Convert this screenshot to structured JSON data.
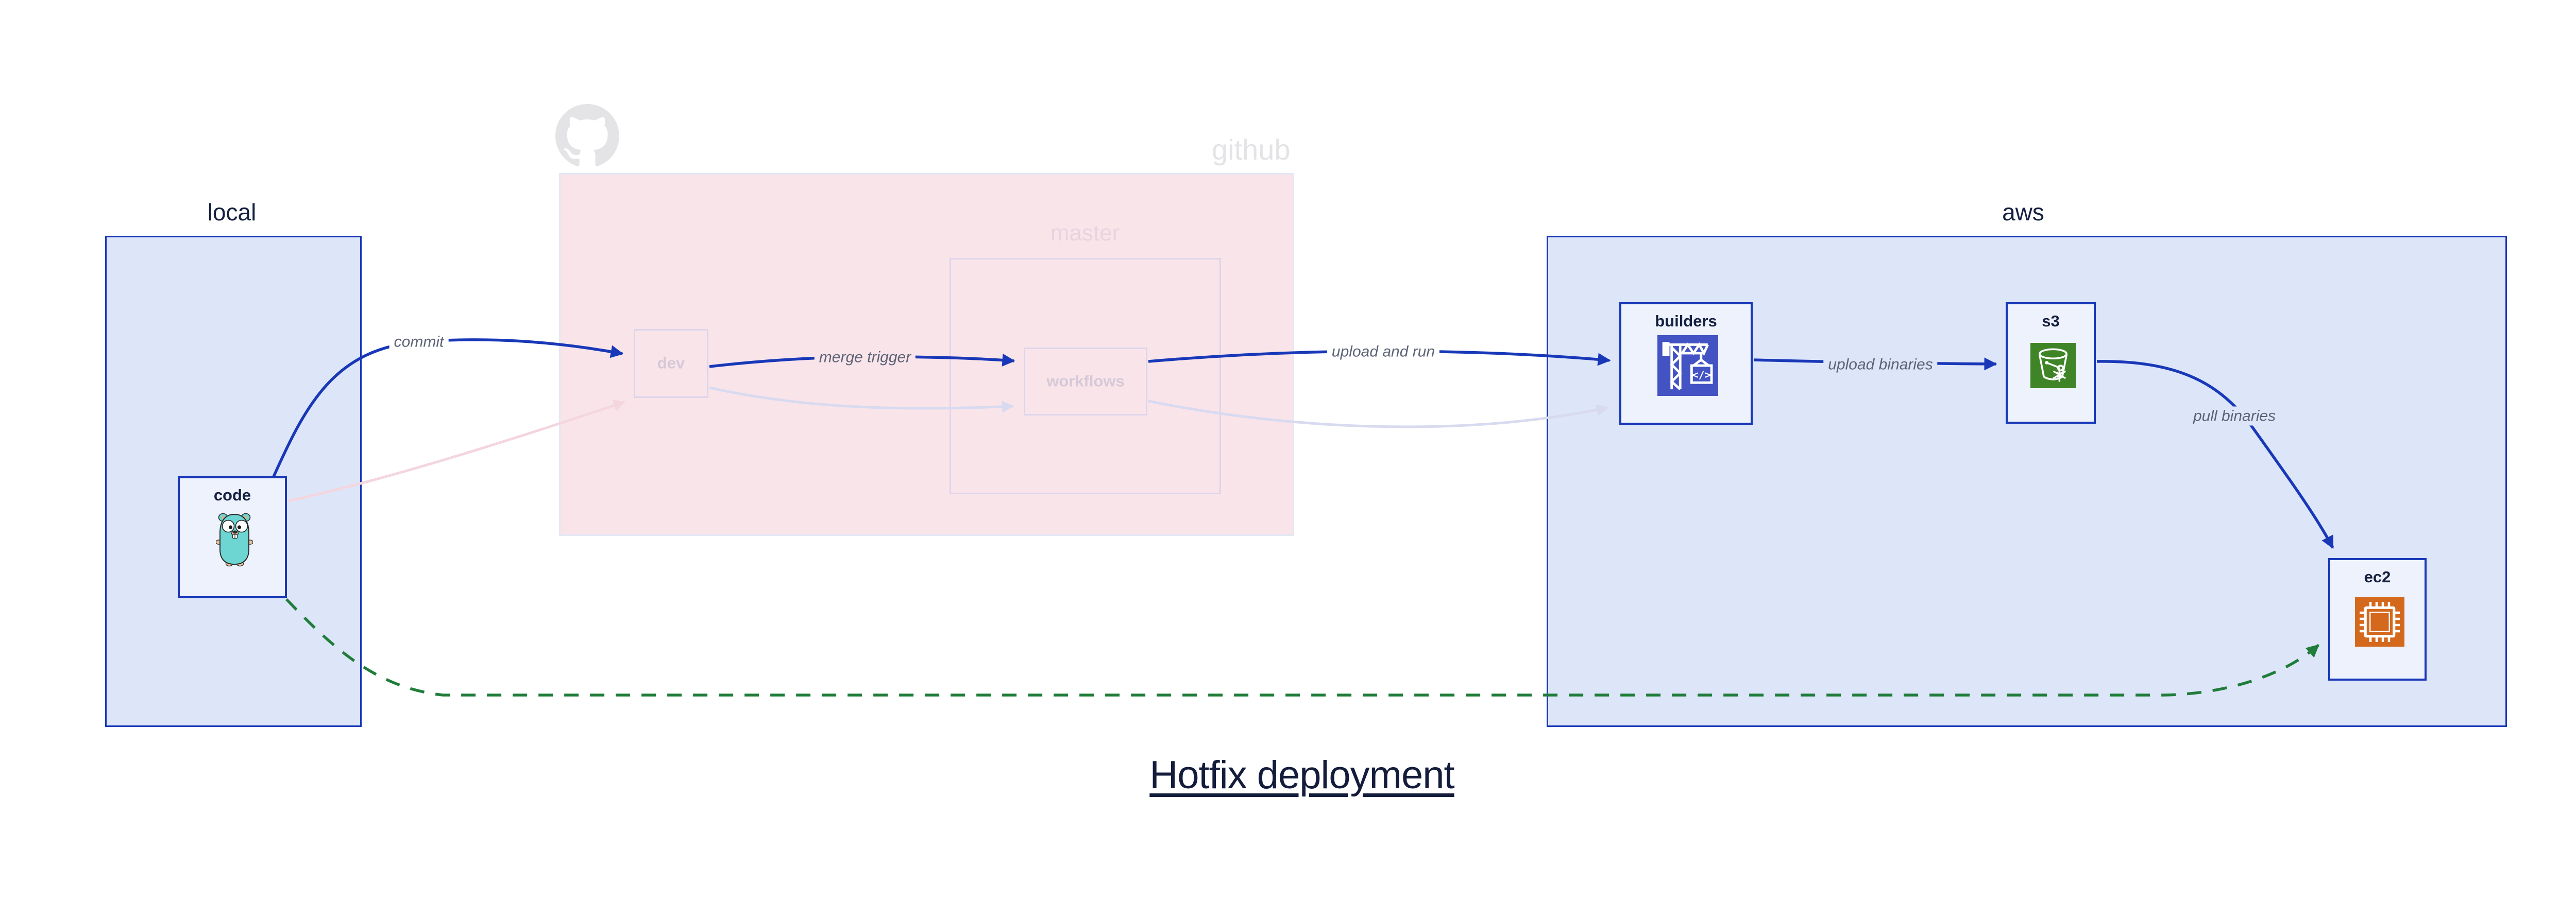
{
  "title": "Hotfix deployment",
  "containers": {
    "local": {
      "label": "local"
    },
    "github": {
      "label": "github",
      "master": {
        "label": "master"
      }
    },
    "aws": {
      "label": "aws"
    }
  },
  "nodes": {
    "code": {
      "label": "code",
      "icon": "go-gopher"
    },
    "dev": {
      "label": "dev"
    },
    "workflows": {
      "label": "workflows"
    },
    "builders": {
      "label": "builders",
      "icon": "codebuild-crane",
      "icon_glyph": "</>"
    },
    "s3": {
      "label": "s3",
      "icon": "s3-glacier-bucket"
    },
    "ec2": {
      "label": "ec2",
      "icon": "ec2-chip"
    }
  },
  "edges": {
    "commit": {
      "label": "commit",
      "style": "solid-blue"
    },
    "merge_trigger": {
      "label": "merge trigger",
      "style": "solid-blue"
    },
    "upload_and_run": {
      "label": "upload and run",
      "style": "solid-blue"
    },
    "upload_binaries": {
      "label": "upload binaries",
      "style": "solid-blue"
    },
    "pull_binaries": {
      "label": "pull binaries",
      "style": "solid-blue"
    },
    "hotfix_path": {
      "style": "dashed-green",
      "from": "code",
      "to": "ec2"
    },
    "faded_code_to_dev": {
      "style": "faded-pink"
    },
    "faded_dev_to_workflows": {
      "style": "faded-lavender"
    },
    "faded_workflows_to_builders": {
      "style": "faded-lavender"
    }
  },
  "colors": {
    "edge_blue": "#1838b8",
    "edge_green": "#1f7d39",
    "edge_faded_lavender": "#d8daf0",
    "edge_faded_pink": "#f4d6de",
    "container_fill": "#dde5f9",
    "container_border": "#1838b8",
    "github_fill": "#f9e4ea",
    "node_fill": "#eef2fc",
    "faded_border": "#dcd5ea",
    "faded_text": "#d6c9d7",
    "gray_logo": "#e4e4e7",
    "dark_text": "#152140",
    "edge_label_text": "#5c6375",
    "builders_icon_bg": "#4353c4",
    "s3_icon_bg": "#3f8527",
    "ec2_icon_bg": "#d4691d",
    "gopher_teal": "#6ed6d2"
  }
}
